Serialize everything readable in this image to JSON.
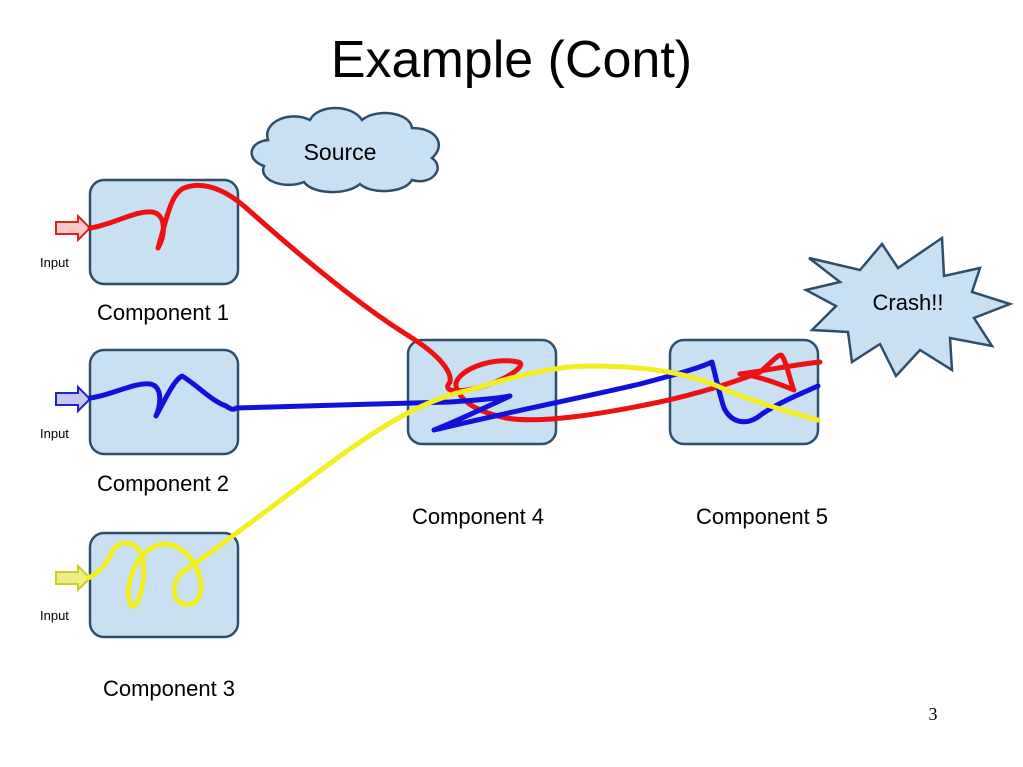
{
  "title": "Example (Cont)",
  "page_number": "3",
  "source_label": "Source",
  "crash_label": "Crash!!",
  "components": [
    {
      "id": "component-1",
      "label": "Component 1",
      "input_label": "Input"
    },
    {
      "id": "component-2",
      "label": "Component 2",
      "input_label": "Input"
    },
    {
      "id": "component-3",
      "label": "Component 3",
      "input_label": "Input"
    },
    {
      "id": "component-4",
      "label": "Component 4"
    },
    {
      "id": "component-5",
      "label": "Component 5"
    }
  ],
  "colors": {
    "box_fill": "#c9dff2",
    "box_stroke": "#2d4f6c",
    "cloud_fill": "#c9dff2",
    "path_red": "#ee1111",
    "path_blue": "#1111dd",
    "path_yellow": "#f2ee22"
  }
}
